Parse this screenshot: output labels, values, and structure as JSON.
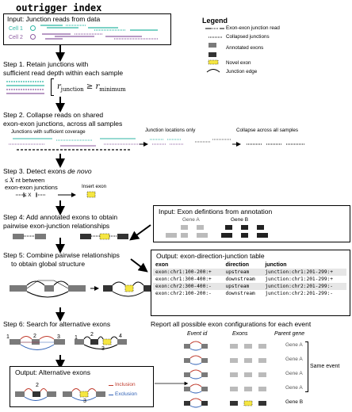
{
  "title": "outrigger index",
  "input_box": {
    "label": "Input: Junction reads from data",
    "cell1": "Cell 1",
    "cell2": "Cell 2"
  },
  "legend": {
    "title": "Legend",
    "items": [
      "Exon-exon junction read",
      "Collapsed junctions",
      "Annotated exons",
      "Novel exon",
      "Junction edge"
    ],
    "colors": {
      "novel": "#f5e642",
      "exon": "#7a7a7a",
      "cell1": "#2fb6a5",
      "cell2": "#8e5ea2"
    }
  },
  "step1": {
    "title_line1": "Step 1. Retain junctions with",
    "title_line2": "sufficient read depth within each sample",
    "formula_lhs": "r",
    "formula_lhs_sub": "junction",
    "formula_op": "≥",
    "formula_rhs": "r",
    "formula_rhs_sub": "minimum"
  },
  "step2": {
    "title_line1": "Step 2. Collapse reads on shared",
    "title_line2": "exon-exon junctions, across all samples",
    "sub1": "Junctions with sufficient coverage",
    "sub2": "Junction locations only",
    "sub3": "Collapse across all samples"
  },
  "step3": {
    "title": "Step 3. Detect exons",
    "title_em": "de novo",
    "le_line": "≤ X nt between",
    "le_symbol": "≤",
    "le_var": "X",
    "le_rest": "nt between",
    "line2": "exon-exon junctions",
    "small": "≤ X",
    "insert": "Insert exon"
  },
  "step4": {
    "title_line1": "Step 4: Add annotated exons to obtain",
    "title_line2": "pairwise exon-junction relationships",
    "annot_box": "Input: Exon defintions from annotation",
    "gene_a": "Gene A",
    "gene_b": "Gene B"
  },
  "step5": {
    "title_line1": "Step 5: Combine pairwise relationships",
    "title_line2": "to obtain global structure"
  },
  "table": {
    "title": "Output: exon-direction-junction table",
    "headers": [
      "exon",
      "direction",
      "junction"
    ],
    "rows": [
      [
        "exon:chr1:100-200:+",
        "upstream",
        "junction:chr1:201-299:+"
      ],
      [
        "exon:chr1:300-400:+",
        "downstream",
        "junction:chr1:201-299:+"
      ],
      [
        "exon:chr2:300-400:-",
        "upstream",
        "junction:chr2:201-299:-"
      ],
      [
        "exon:chr2:100-200:-",
        "downstream",
        "junction:chr2:201-299:-"
      ]
    ]
  },
  "step6": {
    "title": "Step 6: Search for alternative exons",
    "n1": "1",
    "n2": "2",
    "n3": "3",
    "n4": "4"
  },
  "report": {
    "title": "Report all possible exon configurations for each event",
    "col_event": "Event id",
    "col_exons": "Exons",
    "col_parent": "Parent gene",
    "genes": [
      "Gene A",
      "Gene A",
      "Gene A",
      "Gene A",
      "Gene B"
    ],
    "same_event": "Same event"
  },
  "output_alt": {
    "title": "Output: Alternative exons",
    "n2": "2",
    "n3": "3",
    "inclusion": "Inclusion",
    "exclusion": "Exclusion"
  }
}
